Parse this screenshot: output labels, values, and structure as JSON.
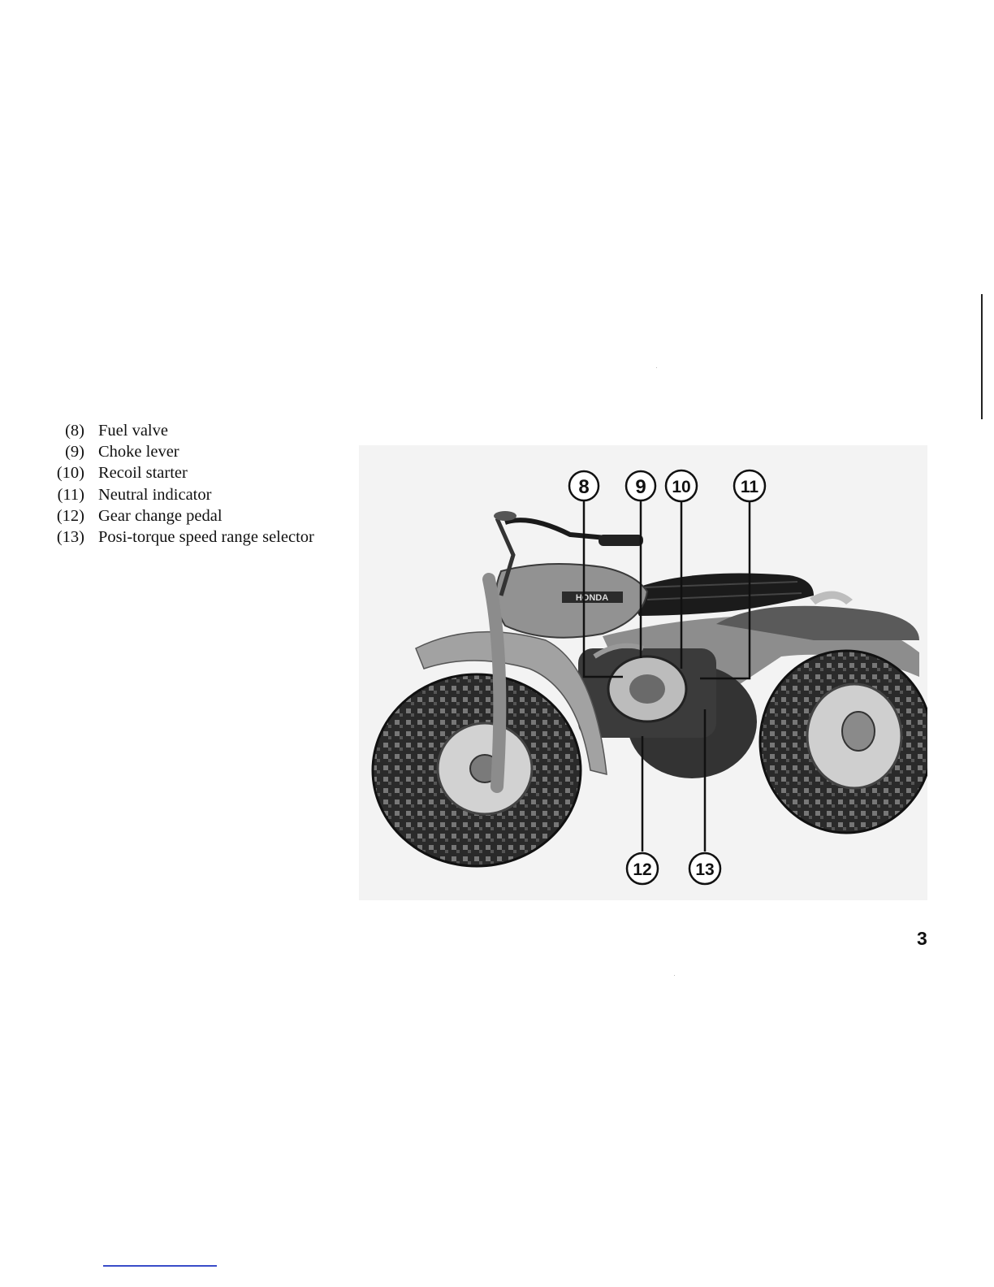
{
  "legend": [
    {
      "num": "(8)",
      "label": "Fuel valve"
    },
    {
      "num": "(9)",
      "label": "Choke lever"
    },
    {
      "num": "(10)",
      "label": "Recoil starter"
    },
    {
      "num": "(11)",
      "label": "Neutral indicator"
    },
    {
      "num": "(12)",
      "label": "Gear change pedal"
    },
    {
      "num": "(13)",
      "label": "Posi-torque speed range selector"
    }
  ],
  "callouts": [
    "8",
    "9",
    "10",
    "11",
    "12",
    "13"
  ],
  "tank_logo": "HONDA",
  "page_number": "3"
}
